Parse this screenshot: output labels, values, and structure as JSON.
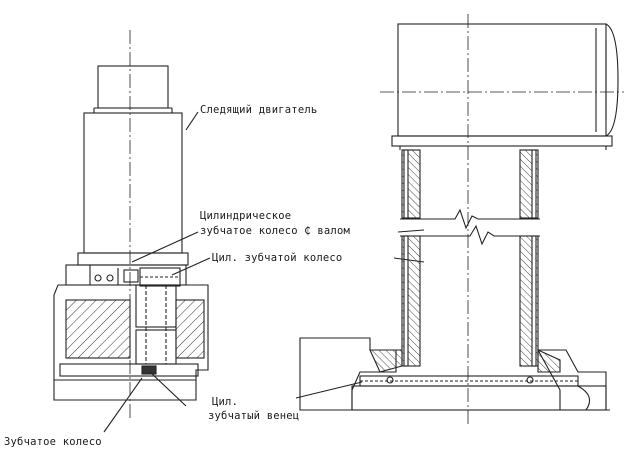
{
  "diagram": {
    "labels": {
      "servo_motor": "Следящий двигатель",
      "cyl_gear_shaft_line1": "Цилиндрическое",
      "cyl_gear_shaft_line2": "зубчатое колесо ₵ валом",
      "cyl_gear": "Цил. зубчатой колесо",
      "cyl_ring_line1": "Цил.",
      "cyl_ring_line2": "зубчатый венец",
      "gear": "Зубчатое колесо"
    }
  }
}
